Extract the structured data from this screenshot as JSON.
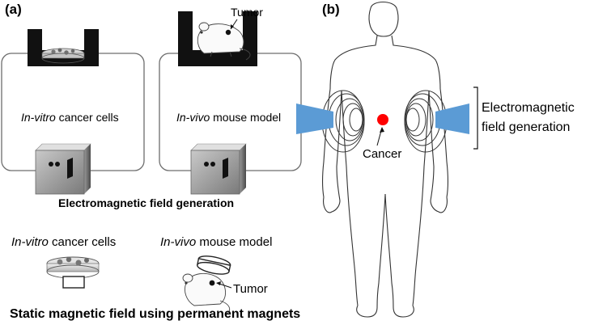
{
  "panels": {
    "a": "(a)",
    "b": "(b)"
  },
  "panel_a": {
    "tumor_top": "Tumor",
    "invitro_box": {
      "italic": "In-vitro",
      "rest": " cancer cells"
    },
    "invivo_box": {
      "italic": "In-vivo",
      "rest": " mouse model"
    },
    "em_caption": "Electromagnetic field generation",
    "invitro_bottom": {
      "italic": "In-vitro",
      "rest": " cancer cells"
    },
    "invivo_bottom": {
      "italic": "In-vivo",
      "rest": " mouse model"
    },
    "tumor_bottom": "Tumor",
    "static_caption": "Static magnetic field using permanent magnets"
  },
  "panel_b": {
    "cancer": "Cancer",
    "em_line1": "Electromagnetic",
    "em_line2": "field generation"
  },
  "colors": {
    "cone": "#5b9bd5",
    "cancer_dot": "#ff0000",
    "holder": "#111111"
  }
}
